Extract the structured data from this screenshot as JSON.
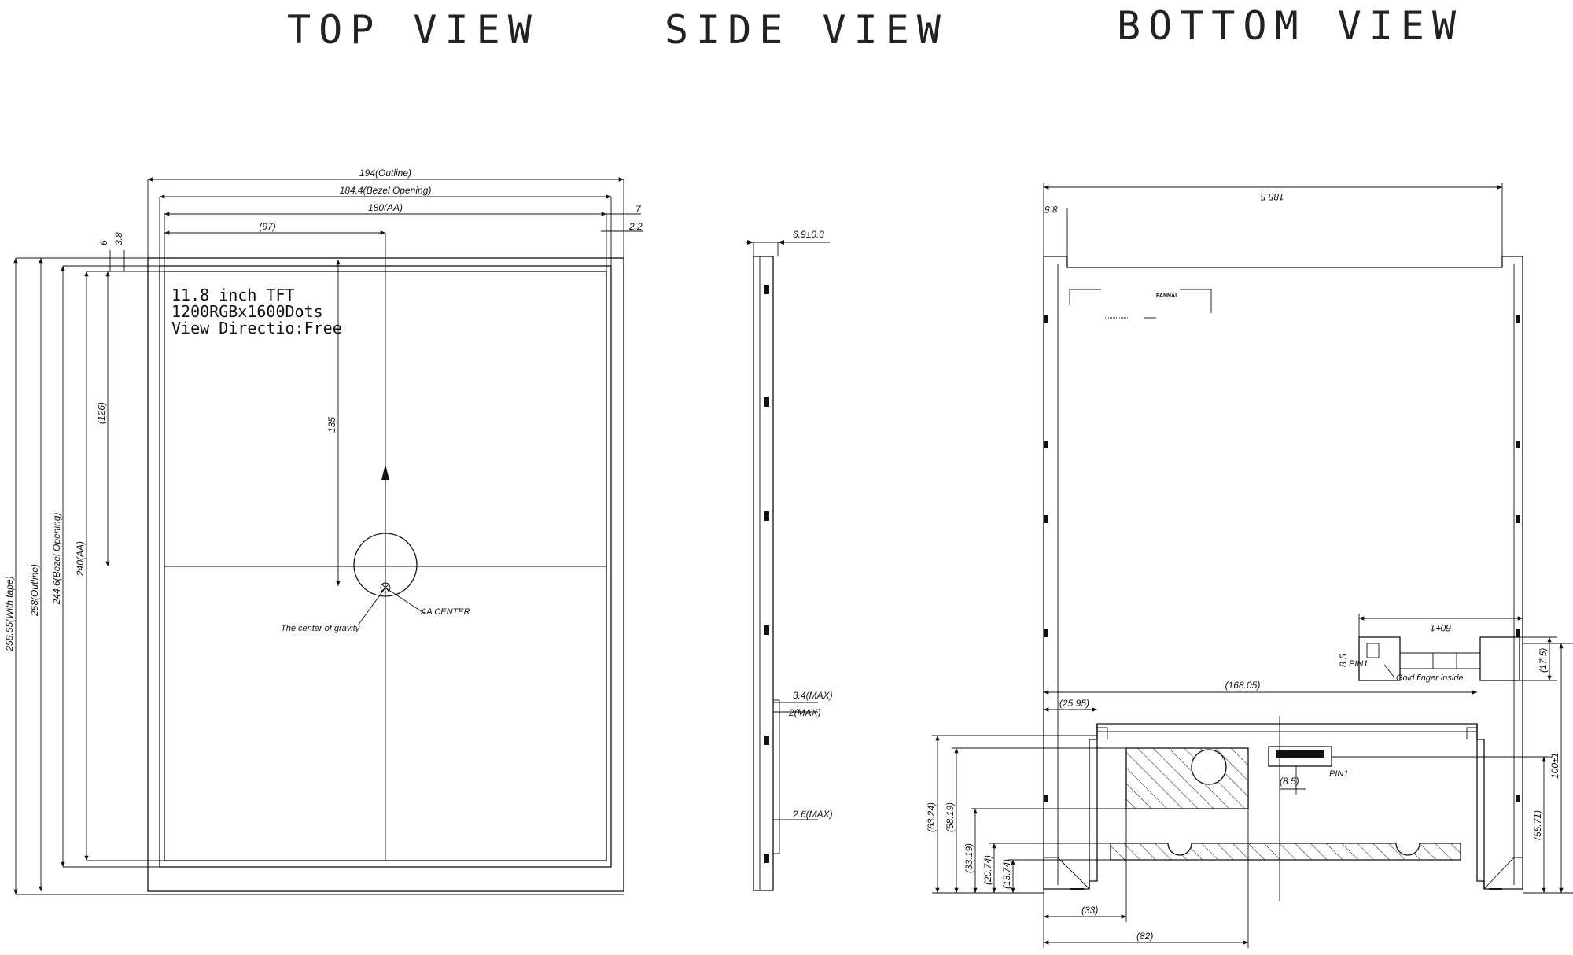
{
  "views": {
    "top": "TOP VIEW",
    "side": "SIDE VIEW",
    "bottom": "BOTTOM VIEW"
  },
  "top_view": {
    "outline_width": "194(Outline)",
    "bezel_width": "184.4(Bezel Opening)",
    "aa_width": "180(AA)",
    "center_x": "(97)",
    "right_offset_7": "7",
    "right_offset_2_2": "2.2",
    "top_offset_6": "6",
    "top_offset_3_8": "3.8",
    "height_with_tape": "258.55(With tape)",
    "height_outline": "258(Outline)",
    "height_bezel": "244.6(Bezel Opening)",
    "height_aa": "240(AA)",
    "center_y": "(126)",
    "gravity_y": "135",
    "panel_line1": "11.8 inch TFT",
    "panel_line2": "1200RGBx1600Dots",
    "panel_line3": "View Directio:Free",
    "aa_center": "AA CENTER",
    "gravity_center": "The center of gravity"
  },
  "side_view": {
    "thickness": "6.9±0.3",
    "max_3_4": "3.4(MAX)",
    "max_2": "2(MAX)",
    "max_2_6": "2.6(MAX)"
  },
  "bottom_view": {
    "width_185_5": "185.5",
    "offset_8_5_top": "8.5",
    "logo": "FANNAL",
    "fpc_width": "60±1",
    "fpc_8_5": "8.5",
    "fpc_17_5": "(17.5)",
    "pin1": "PIN1",
    "gold_finger": "Gold finger inside",
    "w_168_05": "(168.05)",
    "w_25_95": "(25.95)",
    "d_8_5": "(8.5)",
    "pin1_lower": "PIN1",
    "h_63_24": "(63.24)",
    "h_58_19": "(58.19)",
    "h_33_19": "(33.19)",
    "h_20_74": "(20.74)",
    "h_13_74": "(13.74)",
    "h_100": "100±1",
    "h_55_71": "(55.71)",
    "w_33": "(33)",
    "w_82": "(82)"
  }
}
